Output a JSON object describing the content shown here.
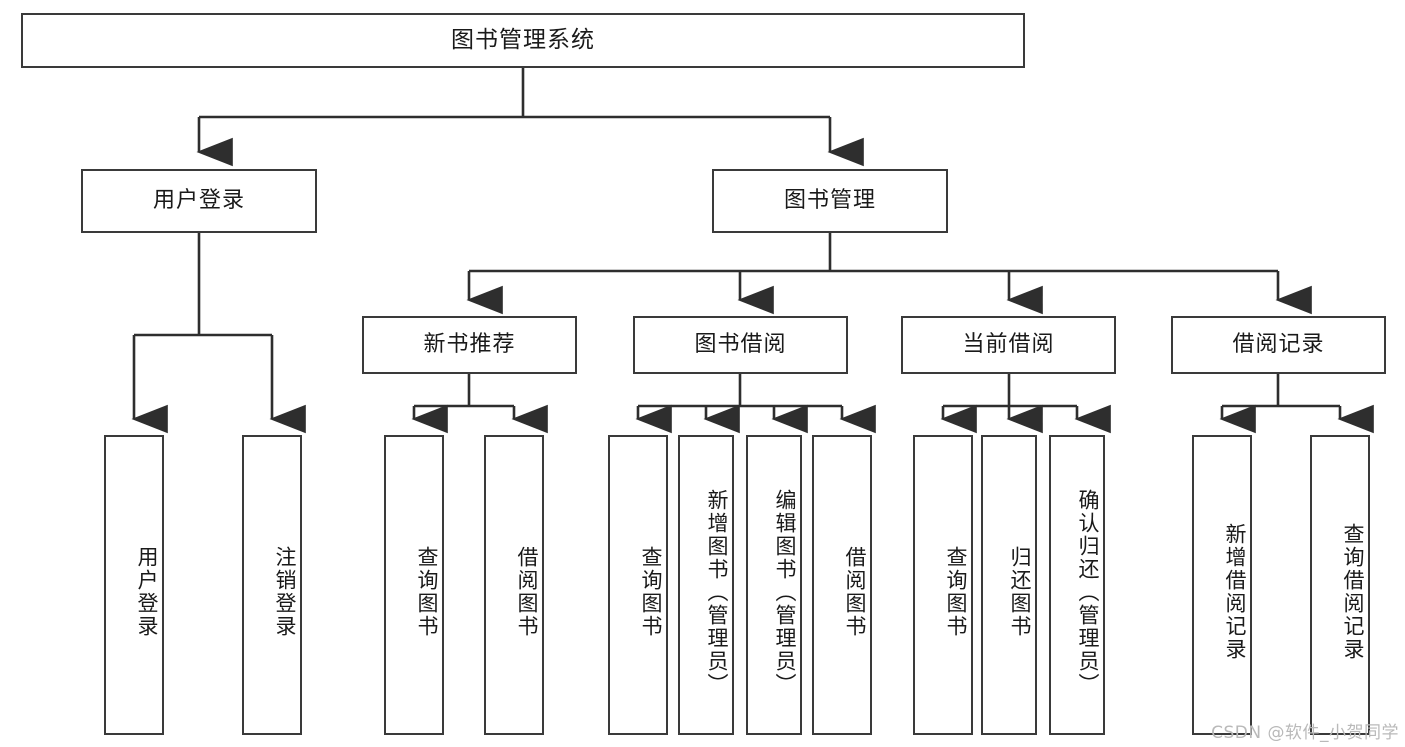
{
  "diagram": {
    "title": "图书管理系统",
    "type": "hierarchy-tree",
    "levels": 4,
    "root": {
      "label": "图书管理系统"
    },
    "level2": [
      {
        "label": "用户登录"
      },
      {
        "label": "图书管理"
      }
    ],
    "level3": [
      {
        "label": "新书推荐"
      },
      {
        "label": "图书借阅"
      },
      {
        "label": "当前借阅"
      },
      {
        "label": "借阅记录"
      }
    ],
    "leaves": {
      "user_login": [
        {
          "label": "用户登录"
        },
        {
          "label": "注销登录"
        }
      ],
      "new_book_recommend": [
        {
          "label": "查询图书"
        },
        {
          "label": "借阅图书"
        }
      ],
      "book_borrow": [
        {
          "label": "查询图书"
        },
        {
          "label": "新增图书（管理员）"
        },
        {
          "label": "编辑图书（管理员）"
        },
        {
          "label": "借阅图书"
        }
      ],
      "current_borrow": [
        {
          "label": "查询图书"
        },
        {
          "label": "归还图书"
        },
        {
          "label": "确认归还（管理员）"
        }
      ],
      "borrow_record": [
        {
          "label": "新增借阅记录"
        },
        {
          "label": "查询借阅记录"
        }
      ]
    }
  },
  "watermark": {
    "text": "CSDN @软件_小贺同学"
  },
  "colors": {
    "stroke": "#3a3a3a",
    "fill": "#ffffff",
    "text": "#1a1a1a",
    "watermark": "#b9b9b9"
  }
}
